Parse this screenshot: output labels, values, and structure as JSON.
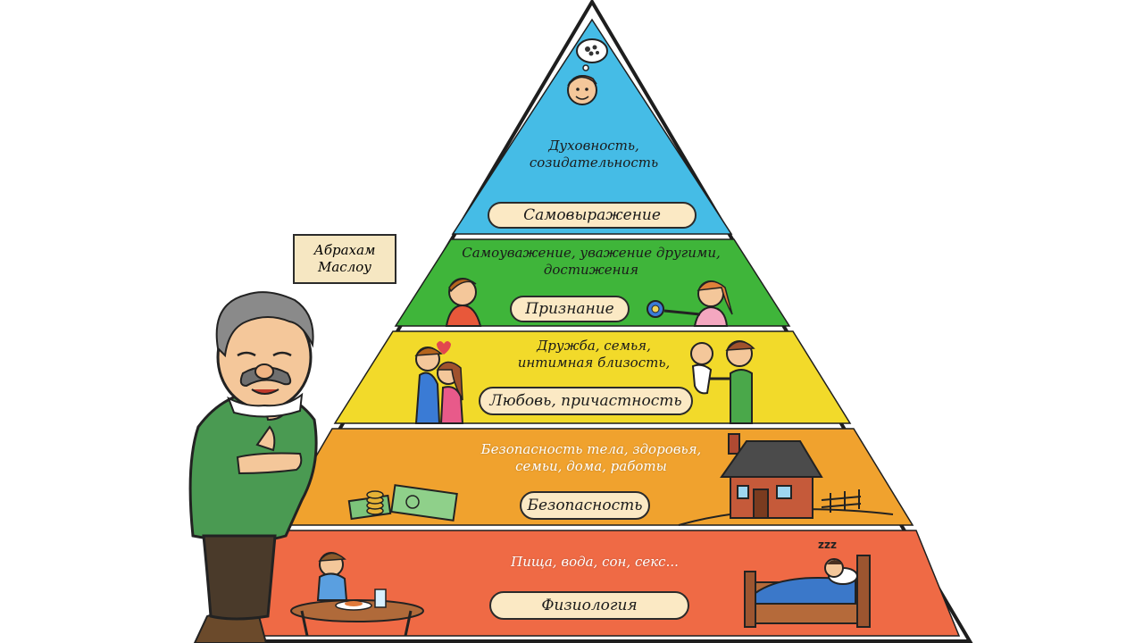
{
  "author": {
    "line1": "Абрахам",
    "line2": "Маслоу"
  },
  "levels": [
    {
      "label": "Самовыражение",
      "description": [
        "Духовность,",
        "созидательность"
      ],
      "color": "#45bce6"
    },
    {
      "label": "Признание",
      "description": [
        "Самоуважение, уважение другими,",
        "достижения"
      ],
      "color": "#3fb53a"
    },
    {
      "label": "Любовь, причастность",
      "description": [
        "Дружба, семья,",
        "интимная близость,"
      ],
      "color": "#f2da2a"
    },
    {
      "label": "Безопасность",
      "description": [
        "Безопасность тела, здоровья,",
        "семьи, дома, работы"
      ],
      "color": "#f0a22e"
    },
    {
      "label": "Физиология",
      "description": [
        "Пища, вода, сон, секс..."
      ],
      "color": "#ef6a45"
    }
  ],
  "illustrations": {
    "sleep_text": "zzz"
  }
}
